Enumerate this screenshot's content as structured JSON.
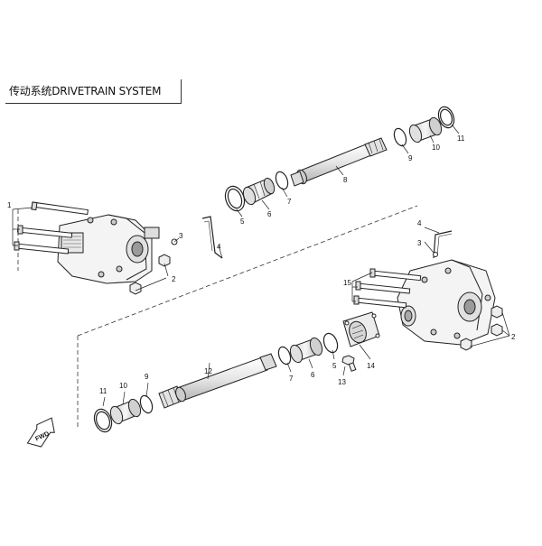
{
  "title": "传动系统DRIVETRAIN SYSTEM",
  "fwd_label": "FWD",
  "callouts": {
    "c1": "1",
    "c2a": "2",
    "c3a": "3",
    "c4a": "4",
    "c5a": "5",
    "c6a": "6",
    "c7a": "7",
    "c8": "8",
    "c9a": "9",
    "c10a": "10",
    "c11a": "11",
    "c12": "12",
    "c11b": "11",
    "c10b": "10",
    "c9b": "9",
    "c7b": "7",
    "c6b": "6",
    "c5b": "5",
    "c14": "14",
    "c13": "13",
    "c15": "15",
    "c2b": "2",
    "c4b": "4",
    "c3b": "3"
  },
  "colors": {
    "line": "#222222",
    "part_fill": "#f4f4f4",
    "shade": "#bdbdbd"
  }
}
